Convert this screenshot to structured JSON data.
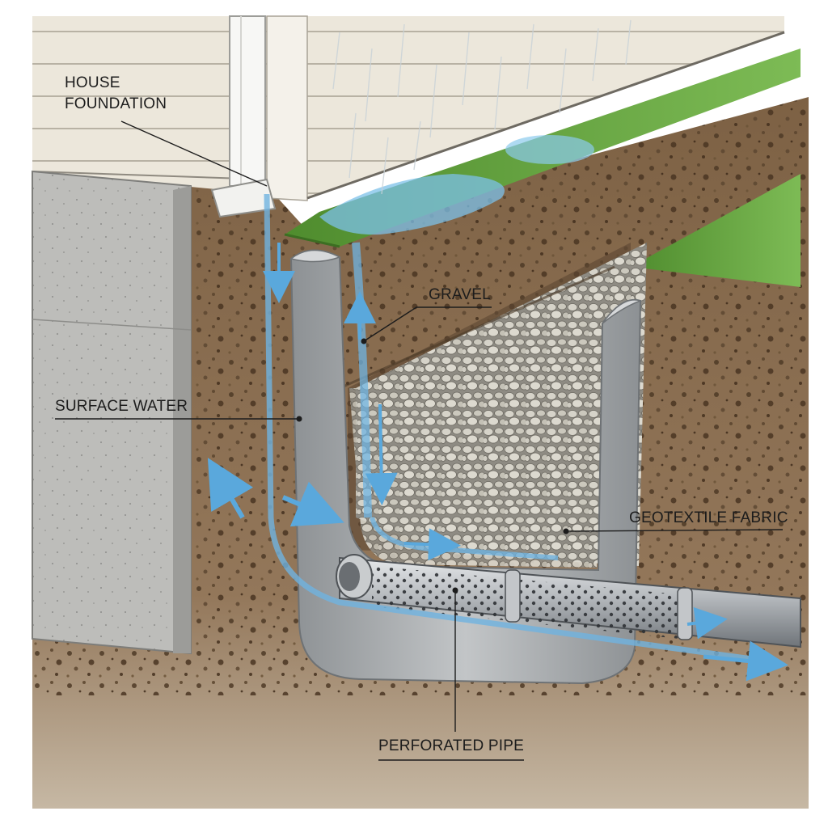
{
  "labels": {
    "house_foundation": "HOUSE FOUNDATION",
    "gravel": "GRAVEL",
    "surface_water": "SURFACE WATER",
    "geotextile_fabric": "GEOTEXTILE FABRIC",
    "perforated_pipe": "PERFORATED PIPE"
  },
  "colors": {
    "siding": "#e9e4d8",
    "concrete": "#b9b9b6",
    "soil": "#8a6e4e",
    "grass": "#5e9b3a",
    "gravel": "#c9c6bb",
    "fabric": "#9fa2a4",
    "pipe": "#b7babd",
    "water": "#6fb3e0"
  }
}
